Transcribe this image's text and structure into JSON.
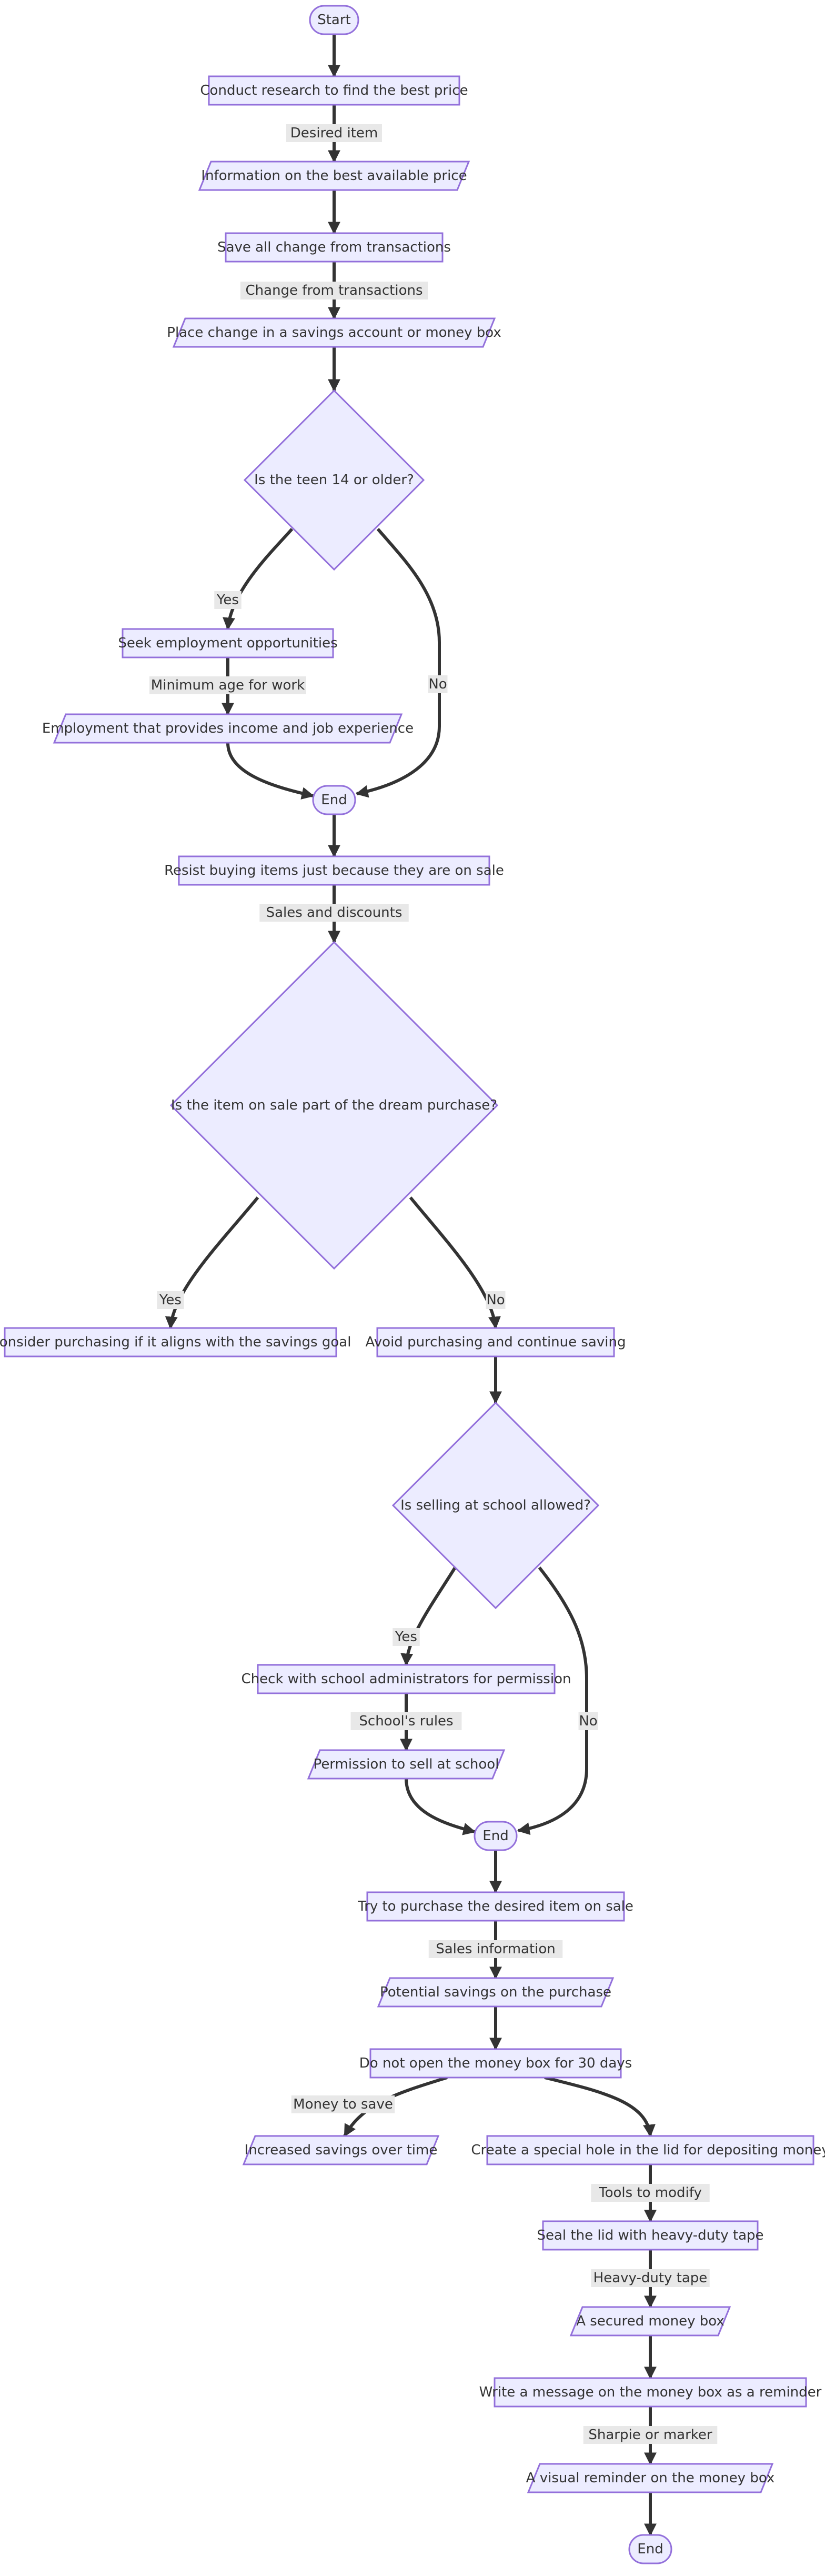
{
  "diagram": {
    "type": "flowchart",
    "nodes": [
      {
        "id": "start",
        "shape": "stadium",
        "label": "Start"
      },
      {
        "id": "research",
        "shape": "rect",
        "label": "Conduct research to find the best price"
      },
      {
        "id": "info_price",
        "shape": "parallelogram",
        "label": "Information on the best available price"
      },
      {
        "id": "save_change",
        "shape": "rect",
        "label": "Save all change from transactions"
      },
      {
        "id": "place_change",
        "shape": "parallelogram",
        "label": "Place change in a savings account or money box"
      },
      {
        "id": "teen14",
        "shape": "diamond",
        "label": "Is the teen 14 or older?"
      },
      {
        "id": "seek_job",
        "shape": "rect",
        "label": "Seek employment opportunities"
      },
      {
        "id": "employment",
        "shape": "parallelogram",
        "label": "Employment that provides income and job experience"
      },
      {
        "id": "end1",
        "shape": "stadium",
        "label": "End"
      },
      {
        "id": "resist",
        "shape": "rect",
        "label": "Resist buying items just because they are on sale"
      },
      {
        "id": "dream",
        "shape": "diamond",
        "label": "Is the item on sale part of the dream purchase?"
      },
      {
        "id": "consider",
        "shape": "rect",
        "label": "Consider purchasing if it aligns with the savings goal"
      },
      {
        "id": "avoid",
        "shape": "rect",
        "label": "Avoid purchasing and continue saving"
      },
      {
        "id": "selling",
        "shape": "diamond",
        "label": "Is selling at school allowed?"
      },
      {
        "id": "check_admin",
        "shape": "rect",
        "label": "Check with school administrators for permission"
      },
      {
        "id": "permission",
        "shape": "parallelogram",
        "label": "Permission to sell at school"
      },
      {
        "id": "end2",
        "shape": "stadium",
        "label": "End"
      },
      {
        "id": "try_purchase",
        "shape": "rect",
        "label": "Try to purchase the desired item on sale"
      },
      {
        "id": "potential",
        "shape": "parallelogram",
        "label": "Potential savings on the purchase"
      },
      {
        "id": "no_open",
        "shape": "rect",
        "label": "Do not open the money box for 30 days"
      },
      {
        "id": "increased",
        "shape": "parallelogram",
        "label": "Increased savings over time"
      },
      {
        "id": "special_hole",
        "shape": "rect",
        "label": "Create a special hole in the lid for depositing money"
      },
      {
        "id": "seal",
        "shape": "rect",
        "label": "Seal the lid with heavy-duty tape"
      },
      {
        "id": "secured",
        "shape": "parallelogram",
        "label": "A secured money box"
      },
      {
        "id": "message",
        "shape": "rect",
        "label": "Write a message on the money box as a reminder"
      },
      {
        "id": "visual",
        "shape": "parallelogram",
        "label": "A visual reminder on the money box"
      },
      {
        "id": "end3",
        "shape": "stadium",
        "label": "End"
      }
    ],
    "edges": [
      {
        "from": "start",
        "to": "research",
        "label": ""
      },
      {
        "from": "research",
        "to": "info_price",
        "label": "Desired item"
      },
      {
        "from": "info_price",
        "to": "save_change",
        "label": ""
      },
      {
        "from": "save_change",
        "to": "place_change",
        "label": "Change from transactions"
      },
      {
        "from": "place_change",
        "to": "teen14",
        "label": ""
      },
      {
        "from": "teen14",
        "to": "seek_job",
        "label": "Yes"
      },
      {
        "from": "teen14",
        "to": "end1",
        "label": "No"
      },
      {
        "from": "seek_job",
        "to": "employment",
        "label": "Minimum age for work"
      },
      {
        "from": "employment",
        "to": "end1",
        "label": ""
      },
      {
        "from": "end1",
        "to": "resist",
        "label": ""
      },
      {
        "from": "resist",
        "to": "dream",
        "label": "Sales and discounts"
      },
      {
        "from": "dream",
        "to": "consider",
        "label": "Yes"
      },
      {
        "from": "dream",
        "to": "avoid",
        "label": "No"
      },
      {
        "from": "avoid",
        "to": "selling",
        "label": ""
      },
      {
        "from": "selling",
        "to": "check_admin",
        "label": "Yes"
      },
      {
        "from": "selling",
        "to": "end2",
        "label": "No"
      },
      {
        "from": "check_admin",
        "to": "permission",
        "label": "School's rules"
      },
      {
        "from": "permission",
        "to": "end2",
        "label": ""
      },
      {
        "from": "end2",
        "to": "try_purchase",
        "label": ""
      },
      {
        "from": "try_purchase",
        "to": "potential",
        "label": "Sales information"
      },
      {
        "from": "potential",
        "to": "no_open",
        "label": ""
      },
      {
        "from": "no_open",
        "to": "increased",
        "label": "Money to save"
      },
      {
        "from": "no_open",
        "to": "special_hole",
        "label": ""
      },
      {
        "from": "special_hole",
        "to": "seal",
        "label": "Tools to modify"
      },
      {
        "from": "seal",
        "to": "secured",
        "label": "Heavy-duty tape"
      },
      {
        "from": "secured",
        "to": "message",
        "label": ""
      },
      {
        "from": "message",
        "to": "visual",
        "label": "Sharpie or marker"
      },
      {
        "from": "visual",
        "to": "end3",
        "label": ""
      }
    ],
    "colors": {
      "node_fill": "#ECECFF",
      "node_stroke": "#9370DB",
      "edge": "#333333",
      "edge_label_bg": "#E8E8E8",
      "text": "#333333"
    }
  }
}
